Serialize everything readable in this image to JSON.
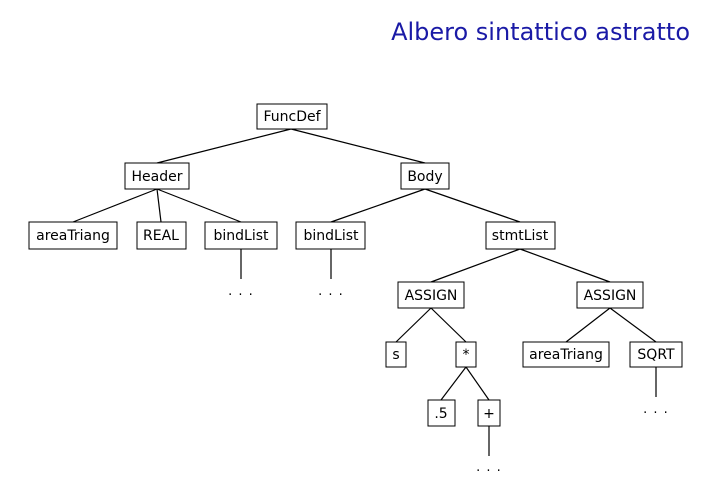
{
  "title": "Albero sintattico astratto",
  "nodes": {
    "funcdef": "FuncDef",
    "header": "Header",
    "body": "Body",
    "areatriang_1": "areaTriang",
    "real": "REAL",
    "bindlist_1": "bindList",
    "bindlist_2": "bindList",
    "stmtlist": "stmtList",
    "assign_1": "ASSIGN",
    "assign_2": "ASSIGN",
    "s": "s",
    "mul": "*",
    "half": ".5",
    "plus": "+",
    "areatriang_2": "areaTriang",
    "sqrt": "SQRT"
  },
  "ellipsis": "· · ·",
  "colors": {
    "title": "#1a1aa6",
    "lines": "#000000",
    "box_border": "#000000",
    "box_fill": "#ffffff"
  }
}
